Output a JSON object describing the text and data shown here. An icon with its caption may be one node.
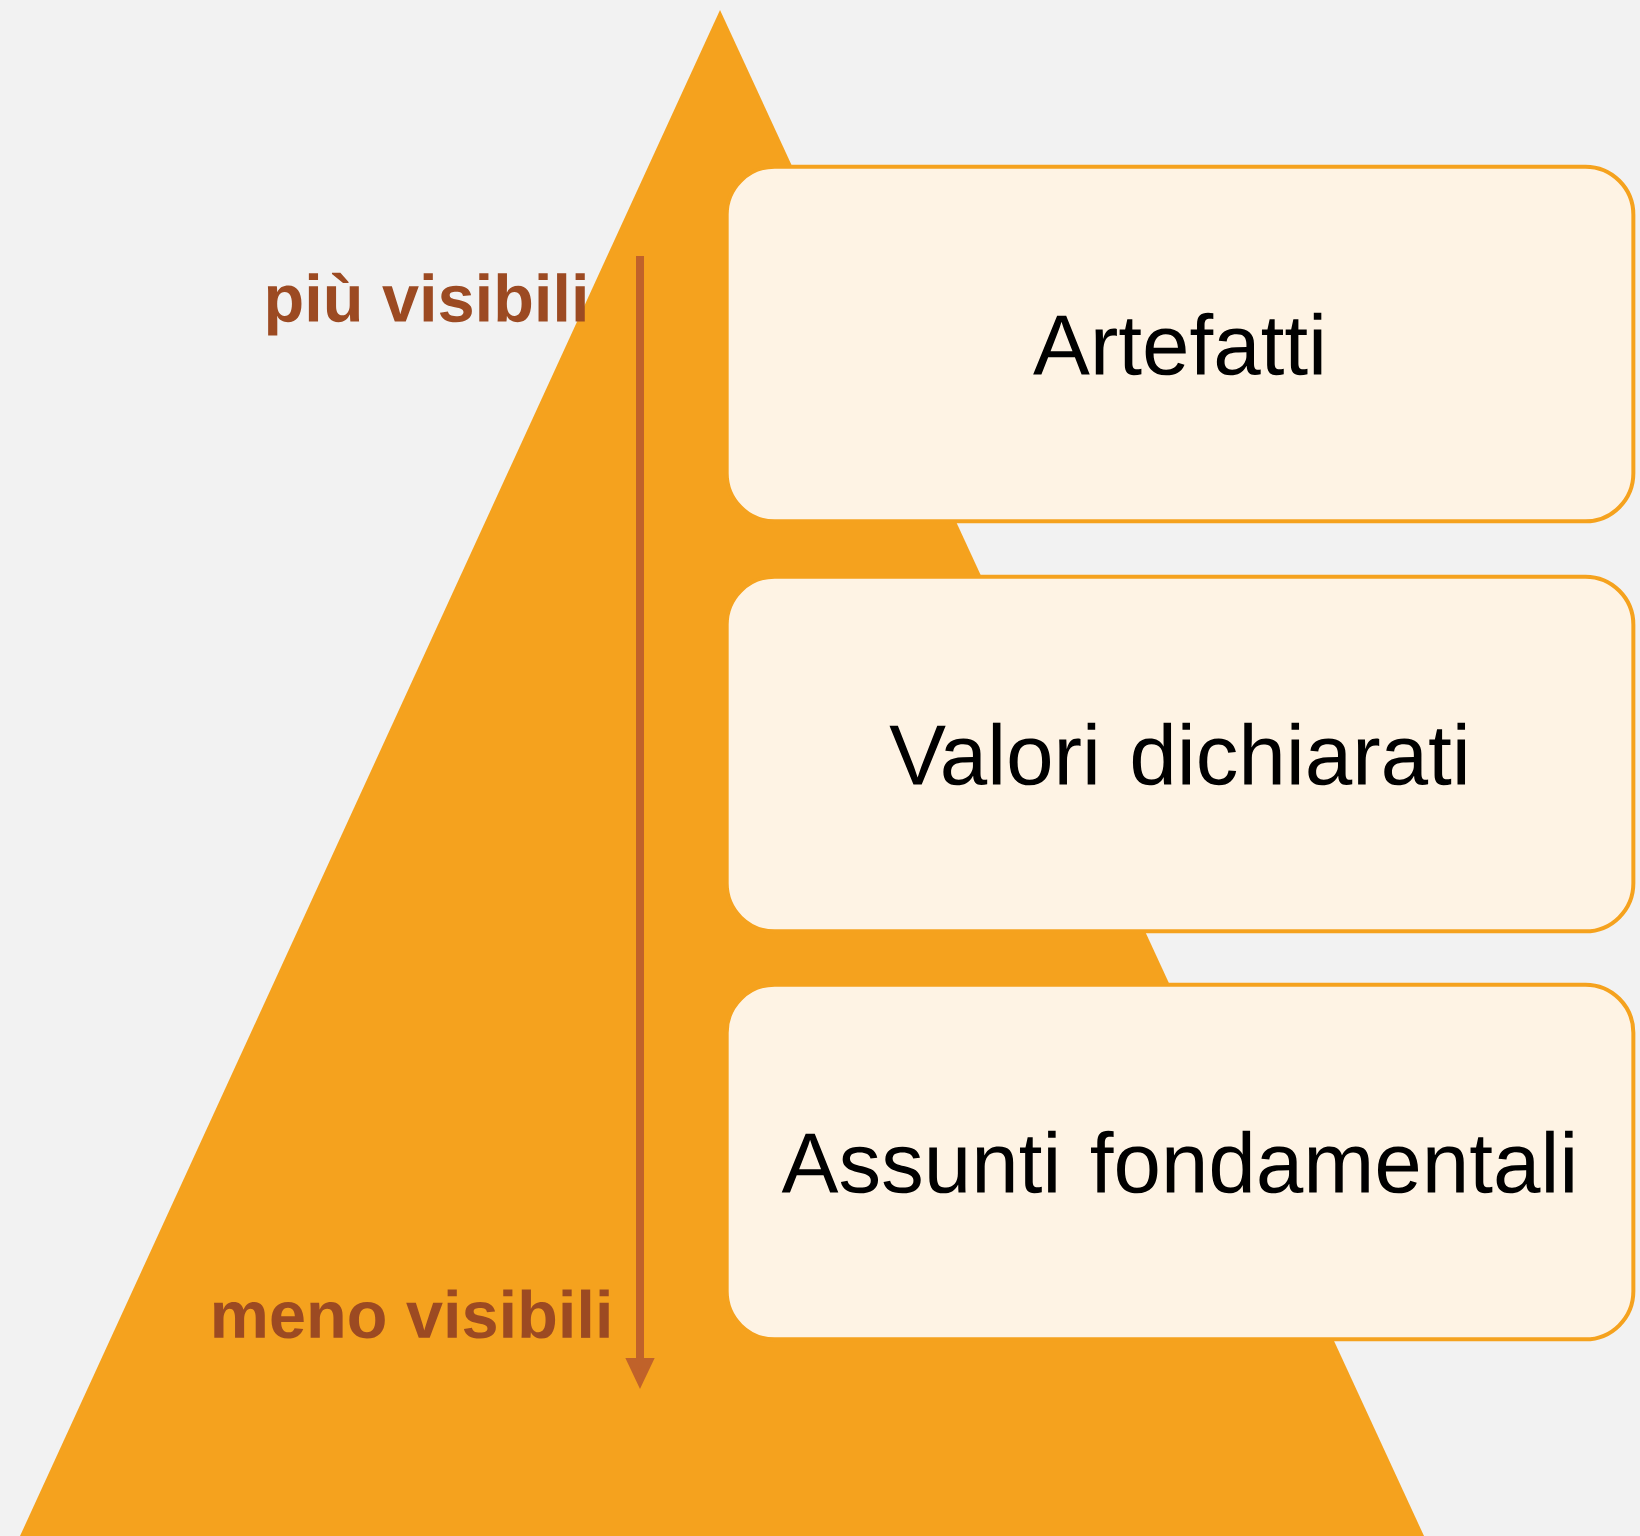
{
  "diagram": {
    "nodes": [
      {
        "text": [
          "Artefatti"
        ]
      },
      {
        "text": [
          "Valori dichiarati"
        ]
      },
      {
        "text": [
          "Assunti fondamentali"
        ]
      }
    ],
    "labels": [
      "più visibili",
      "meno visibili"
    ]
  }
}
